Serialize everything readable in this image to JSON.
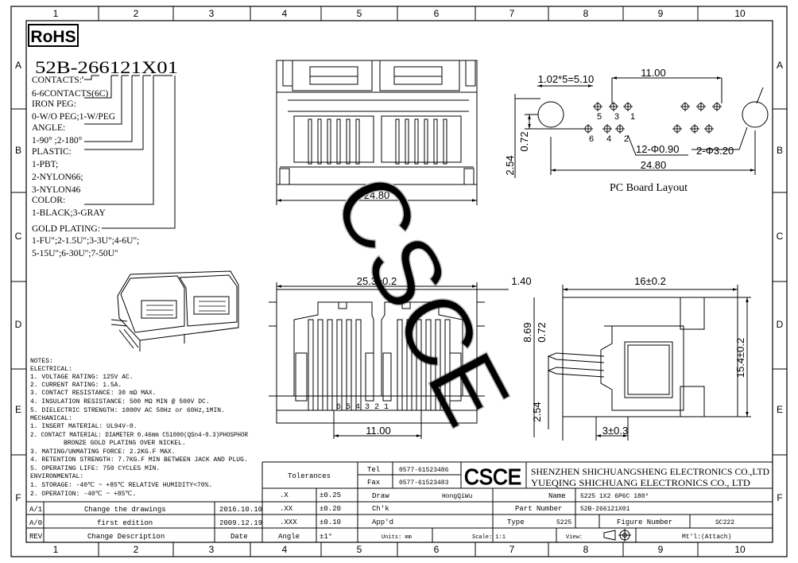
{
  "grid": {
    "cols": [
      "1",
      "2",
      "3",
      "4",
      "5",
      "6",
      "7",
      "8",
      "9",
      "10"
    ],
    "rows": [
      "A",
      "B",
      "C",
      "D",
      "E",
      "F"
    ]
  },
  "rohs": "RoHS",
  "part_code": "52B-266121X01",
  "spec": {
    "contacts_label": "CONTACTS:",
    "contacts_value": "6-6CONTACTS(6C)",
    "iron_peg_label": "IRON PEG:",
    "iron_peg_value": "0-W/O PEG;1-W/PEG",
    "angle_label": "ANGLE:",
    "angle_value": "1-90° ;2-180°",
    "plastic_label": "PLASTIC:",
    "plastic_1": "1-PBT;",
    "plastic_2": "2-NYLON66;",
    "plastic_3": "3-NYLON46",
    "color_label": "COLOR:",
    "color_value": "1-BLACK;3-GRAY",
    "gold_label": "GOLD PLATING:",
    "gold_1": "1-FU\";2-1.5U\";3-3U\";4-6U\";",
    "gold_2": "5-15U\";6-30U\";7-50U\""
  },
  "notes": [
    "NOTES:",
    "ELECTRICAL:",
    "1. VOLTAGE RATING: 125V AC.",
    "2. CURRENT RATING: 1.5A.",
    "3. CONTACT RESISTANCE: 30 mΩ MAX.",
    "4. INSULATION RESISTANCE: 500 MΩ MIN @ 500V DC.",
    "5. DIELECTRIC STRENGTH: 1000V AC 50Hz or 60Hz,1MIN.",
    "MECHANICAL:",
    "1. INSERT MATERIAL: UL94V-0.",
    "2. CONTACT MATERIAL: DIAMETER 0.46mm C51000(QSn4-0.3)PHOSPHOR",
    "BRONZE GOLD PLATING OVER NICKEL.",
    "3. MATING/UNMATING FORCE: 2.2KG.F MAX.",
    "4. RETENTION STRENGTH: 7.7KG.F MIN BETWEEN JACK AND PLUG.",
    "5. OPERATING LIFE: 750 CYCLES MIN.",
    "ENVIRONMENTAL:",
    "1. STORAGE: -40℃ ~ +85℃ RELATIVE HUMIDITY<70%.",
    "2. OPERATION: -40℃ ~ +85℃."
  ],
  "dims": {
    "front_width": "24.80",
    "bottom_width": "25.3±0.2",
    "bottom_pitch": "11.00",
    "pin_numbers": "6 5 4 3 2 1",
    "side_gap": "1.40",
    "side_width": "16±0.2",
    "side_height": "15.4±0.2",
    "side_869": "8.69",
    "side_072": "0.72",
    "side_254": "2.54",
    "side_bottom": "3±0.3",
    "pcb_pitch": "1.02*5=5.10",
    "pcb_span": "11.00",
    "pcb_width": "24.80",
    "pcb_072": "0.72",
    "pcb_254": "2.54",
    "pcb_holes": "12-Φ0.90",
    "pcb_pegs": "2-Φ3.20",
    "pcb_pins": [
      "5",
      "3",
      "1",
      "6",
      "4",
      "2"
    ],
    "pcb_title": "PC Board Layout"
  },
  "watermark": "CSCE",
  "title_block": {
    "tolerances": "Tolerances",
    "tol_rows": [
      {
        "k": ".X",
        "v": "±0.25"
      },
      {
        "k": ".XX",
        "v": "±0.20"
      },
      {
        "k": ".XXX",
        "v": "±0.10"
      },
      {
        "k": "Angle",
        "v": "±1°"
      }
    ],
    "tel_label": "Tel",
    "tel_value": "0577-61523486",
    "fax_label": "Fax",
    "fax_value": "0577-61523483",
    "logo": "CSCE",
    "company_1": "SHENZHEN SHICHUANGSHENG ELECTRONICS CO.,LTD",
    "company_2": "YUEQING SHICHUANG ELECTRONICS CO., LTD",
    "draw_label": "Draw",
    "draw_value": "HongQiWu",
    "name_label": "Name",
    "name_value": "5225 1X2 6P6C 180°",
    "chk_label": "Ch'k",
    "partno_label": "Part Number",
    "partno_value": "52B-266121X01",
    "appd_label": "App'd",
    "type_label": "Type",
    "type_value": "5225",
    "figure_label": "Figure Number",
    "figure_value": "SC222",
    "units": "Units: mm",
    "scale": "Scale: 1:1",
    "view": "View:",
    "mtl": "Mt'l:(Attach)"
  },
  "revisions": [
    {
      "rev": "A/1",
      "desc": "Change the drawings",
      "date": "2016.10.10"
    },
    {
      "rev": "A/0",
      "desc": "first edition",
      "date": "2009.12.19"
    }
  ],
  "rev_header": {
    "rev": "REV",
    "desc": "Change Description",
    "date": "Date"
  }
}
